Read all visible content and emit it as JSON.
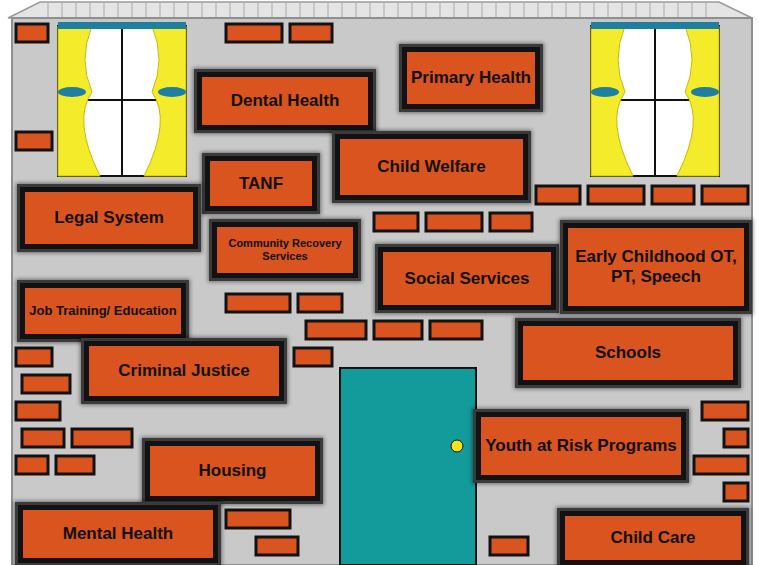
{
  "diagram": {
    "nodes": [
      {
        "text": [
          "Dental Health"
        ]
      },
      {
        "text": [
          "Primary Health"
        ]
      },
      {
        "text": [
          "TANF"
        ]
      },
      {
        "text": [
          "Child Welfare"
        ]
      },
      {
        "text": [
          "Legal System"
        ]
      },
      {
        "text": [
          "Community Recovery Services"
        ]
      },
      {
        "text": [
          "Social Services"
        ]
      },
      {
        "text": [
          "Early Childhood OT, PT, Speech"
        ]
      },
      {
        "text": [
          "Job Training/ Education"
        ]
      },
      {
        "text": [
          "Criminal Justice"
        ]
      },
      {
        "text": [
          "Schools"
        ]
      },
      {
        "text": [
          "Youth at Risk Programs"
        ]
      },
      {
        "text": [
          "Housing"
        ]
      },
      {
        "text": [
          "Mental Health"
        ]
      },
      {
        "text": [
          "Child Care"
        ]
      }
    ]
  }
}
